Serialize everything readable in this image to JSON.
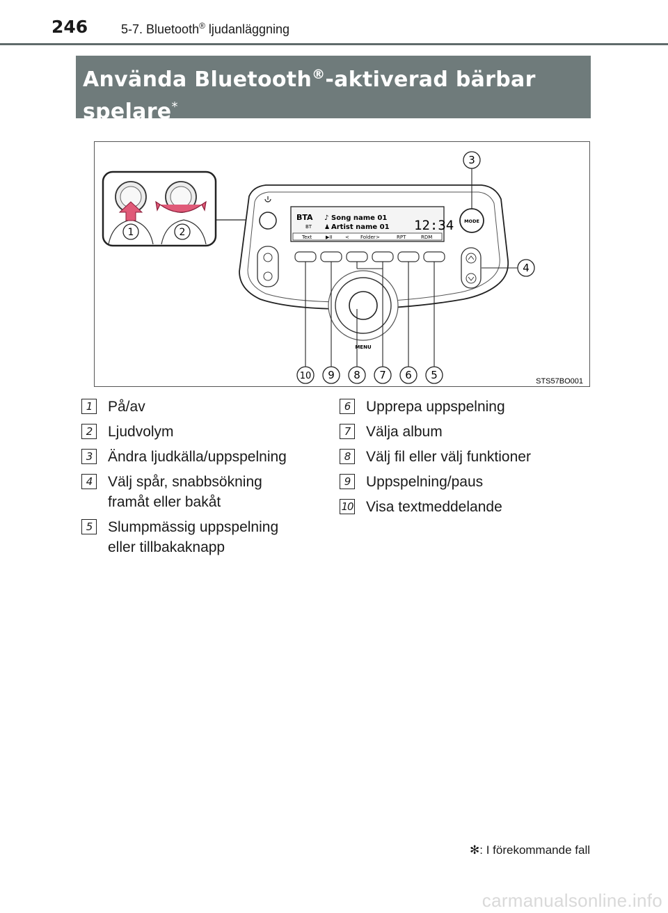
{
  "header": {
    "page_number": "246",
    "chapter": "5-7. Bluetooth",
    "chapter_reg": "®",
    "chapter_rest": " ljudanläggning"
  },
  "section": {
    "title_a": "Använda Bluetooth",
    "title_reg": "®",
    "title_b": "-aktiverad bärbar",
    "title_c": "spelare",
    "title_star": "*"
  },
  "figure": {
    "figure_code": "STS57BO001",
    "screen": {
      "source_tag": "BTA",
      "bt_tag": "BT",
      "song": "Song name 01",
      "artist": "Artist name 01",
      "clock": "12:34"
    },
    "soft_buttons": [
      "Text",
      "▶II",
      "<",
      "Folder",
      ">",
      "RPT",
      "RDM"
    ],
    "mode_label": "MODE",
    "menu_label": "MENU",
    "inset_callouts": [
      "1",
      "2"
    ],
    "callouts_bottom": [
      "10",
      "9",
      "8",
      "7",
      "6",
      "5"
    ],
    "callout_3": "3",
    "callout_4": "4"
  },
  "callouts": {
    "left": [
      {
        "num": "1",
        "lines": [
          "På/av"
        ]
      },
      {
        "num": "2",
        "lines": [
          "Ljudvolym"
        ]
      },
      {
        "num": "3",
        "lines": [
          "Ändra ljudkälla/uppspelning"
        ]
      },
      {
        "num": "4",
        "lines": [
          "Välj spår, snabbsökning",
          "framåt eller bakåt"
        ]
      },
      {
        "num": "5",
        "lines": [
          "Slumpmässig uppspelning",
          "eller tillbakaknapp"
        ]
      }
    ],
    "right": [
      {
        "num": "6",
        "lines": [
          "Upprepa uppspelning"
        ]
      },
      {
        "num": "7",
        "lines": [
          "Välja album"
        ]
      },
      {
        "num": "8",
        "lines": [
          "Välj fil eller välj funktioner"
        ]
      },
      {
        "num": "9",
        "lines": [
          "Uppspelning/paus"
        ]
      },
      {
        "num": "10",
        "lines": [
          "Visa textmeddelande"
        ]
      }
    ]
  },
  "footnote": "✻: I förekommande fall",
  "watermark": "carmanualsonline.info"
}
